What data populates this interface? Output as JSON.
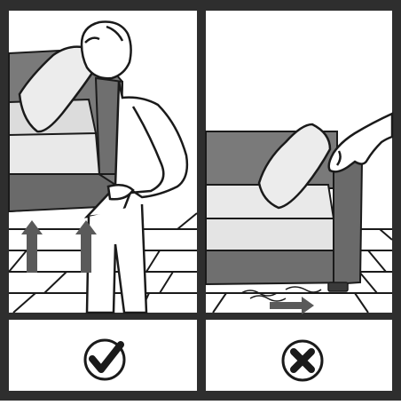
{
  "panels": [
    {
      "id": "correct",
      "verdict": "correct",
      "icon": "checkmark-icon",
      "caption": ""
    },
    {
      "id": "incorrect",
      "verdict": "incorrect",
      "icon": "cross-icon",
      "caption": ""
    }
  ],
  "colors": {
    "frame": "#2e2e2e",
    "sofa_dark": "#6f6f6f",
    "sofa_mid": "#8a8a8a",
    "cushion": "#e9e9e9",
    "outline": "#1a1a1a",
    "arrow": "#5a5a5a",
    "floor": "#ffffff"
  }
}
